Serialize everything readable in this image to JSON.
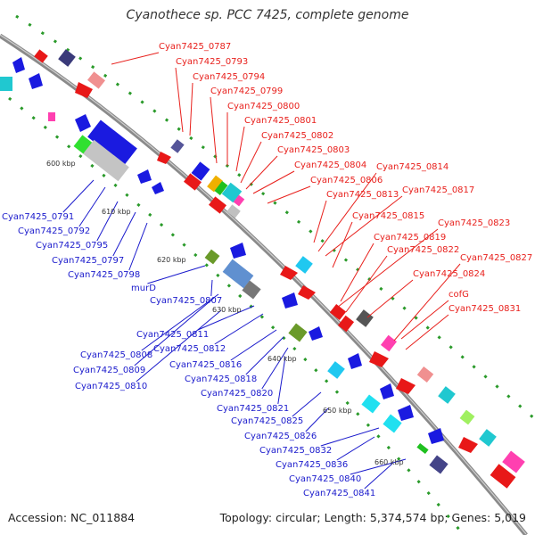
{
  "title": "Cyanothece sp. PCC 7425, complete genome",
  "footer": {
    "accession": "Accession: NC_011884",
    "topology": "Topology: circular; Length: 5,374,574 bp; Genes: 5,019"
  },
  "colors": {
    "forward_label": "#e8201c",
    "reverse_label": "#1a1acc",
    "backbone": "#8a8a8a",
    "dot": "#2a9a2a"
  },
  "ticks": [
    "600 kbp",
    "610 kbp",
    "620 kbp",
    "630 kbp",
    "640 kbp",
    "650 kbp",
    "660 kbp"
  ],
  "forward_genes": [
    "Cyan7425_0787",
    "Cyan7425_0793",
    "Cyan7425_0794",
    "Cyan7425_0799",
    "Cyan7425_0800",
    "Cyan7425_0801",
    "Cyan7425_0802",
    "Cyan7425_0803",
    "Cyan7425_0804",
    "Cyan7425_0806",
    "Cyan7425_0813",
    "Cyan7425_0814",
    "Cyan7425_0817",
    "Cyan7425_0815",
    "Cyan7425_0823",
    "Cyan7425_0819",
    "Cyan7425_0822",
    "Cyan7425_0827",
    "Cyan7425_0824",
    "cofG",
    "Cyan7425_0831"
  ],
  "reverse_genes": [
    "Cyan7425_0791",
    "Cyan7425_0792",
    "Cyan7425_0795",
    "Cyan7425_0797",
    "Cyan7425_0798",
    "murD",
    "Cyan7425_0807",
    "Cyan7425_0811",
    "Cyan7425_0812",
    "Cyan7425_0808",
    "Cyan7425_0816",
    "Cyan7425_0809",
    "Cyan7425_0818",
    "Cyan7425_0810",
    "Cyan7425_0820",
    "Cyan7425_0821",
    "Cyan7425_0825",
    "Cyan7425_0826",
    "Cyan7425_0832",
    "Cyan7425_0836",
    "Cyan7425_0840",
    "Cyan7425_0841"
  ]
}
